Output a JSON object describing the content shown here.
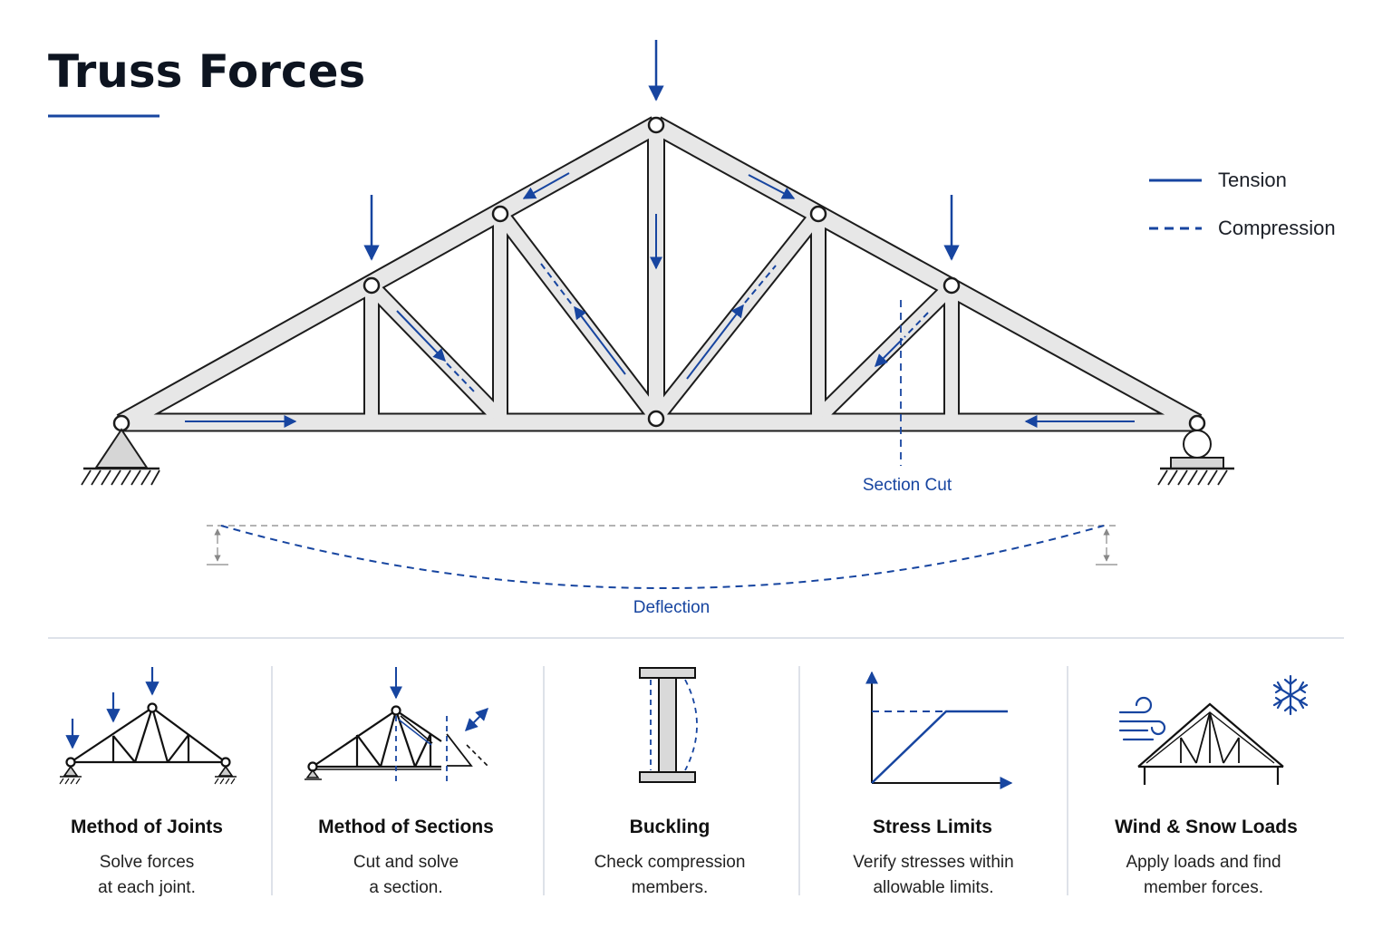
{
  "header": {
    "title": "Truss Forces"
  },
  "legend": {
    "tension": "Tension",
    "compression": "Compression"
  },
  "annotations": {
    "section_cut": "Section Cut",
    "deflection": "Deflection"
  },
  "colors": {
    "accent": "#1745a0",
    "member_fill": "#e7e7e7",
    "outline": "#1c1c1c",
    "divider": "#d3d8e2"
  },
  "cards": [
    {
      "title": "Method of Joints",
      "desc1": "Solve forces",
      "desc2": "at each joint.",
      "icon": "truss-joints-icon"
    },
    {
      "title": "Method of Sections",
      "desc1": "Cut and solve",
      "desc2": "a section.",
      "icon": "truss-section-icon"
    },
    {
      "title": "Buckling",
      "desc1": "Check compression",
      "desc2": "members.",
      "icon": "column-buckling-icon"
    },
    {
      "title": "Stress Limits",
      "desc1": "Verify stresses within",
      "desc2": "allowable limits.",
      "icon": "stress-strain-icon"
    },
    {
      "title": "Wind & Snow Loads",
      "desc1": "Apply loads and find",
      "desc2": "member forces.",
      "icon": "wind-snow-icon"
    }
  ]
}
